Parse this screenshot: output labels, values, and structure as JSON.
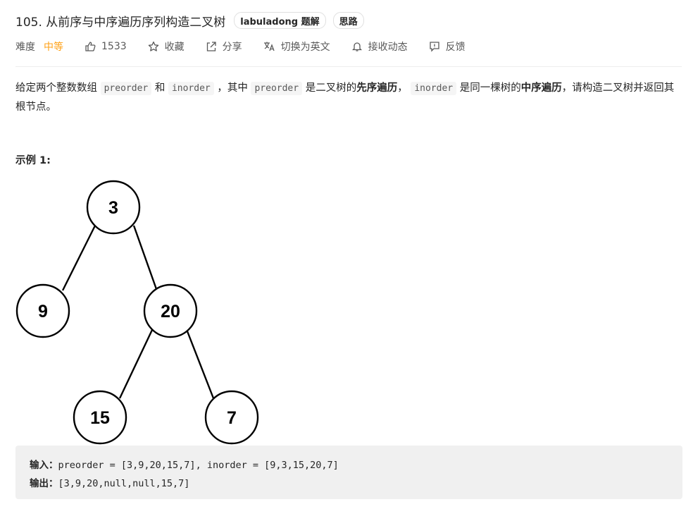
{
  "problem": {
    "title": "105. 从前序与中序遍历序列构造二叉树",
    "tags": [
      "labuladong 题解",
      "思路"
    ]
  },
  "meta": {
    "difficulty_label": "难度",
    "difficulty_value": "中等",
    "likes": "1533",
    "favorite": "收藏",
    "share": "分享",
    "switch_lang": "切换为英文",
    "notify": "接收动态",
    "feedback": "反馈"
  },
  "description": {
    "p1": "给定两个整数数组 ",
    "code1": "preorder",
    "p2": " 和 ",
    "code2": "inorder",
    "p3": " ，其中 ",
    "code3": "preorder",
    "p4": " 是二叉树的",
    "bold1": "先序遍历",
    "p5": "， ",
    "code4": "inorder",
    "p6": " 是同一棵树的",
    "bold2": "中序遍历",
    "p7": "，请构造二叉树并返回其根节点。"
  },
  "example": {
    "title": "示例 1:",
    "tree_nodes": [
      "3",
      "9",
      "20",
      "15",
      "7"
    ],
    "input_label": "输入：",
    "input_value": "preorder = [3,9,20,15,7], inorder = [9,3,15,20,7]",
    "output_label": "输出：",
    "output_value": "[3,9,20,null,null,15,7]"
  },
  "colors": {
    "accent_medium": "#ffa116",
    "text": "#262626",
    "muted": "#595959"
  },
  "icons": [
    "thumbs-up-icon",
    "star-icon",
    "share-icon",
    "translate-icon",
    "bell-icon",
    "feedback-icon"
  ]
}
